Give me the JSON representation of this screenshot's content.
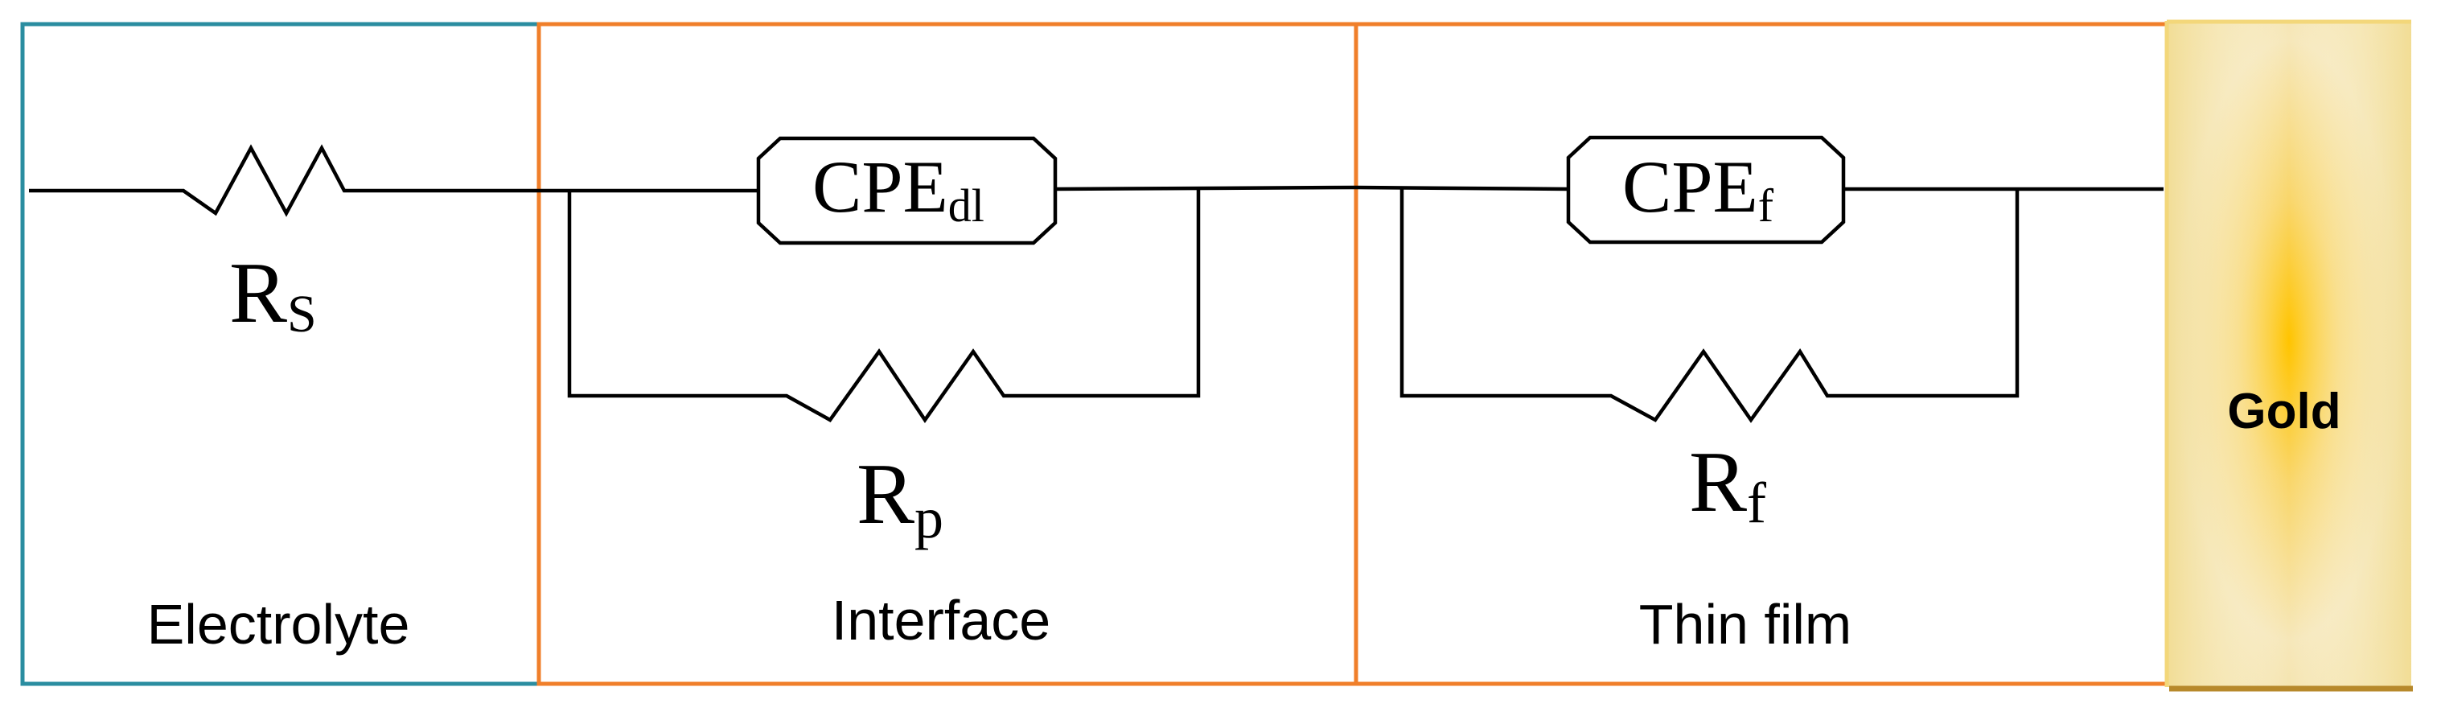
{
  "colors": {
    "electrolyte_border": "#2a8da0",
    "interface_border": "#f07f2a",
    "thinfilm_border": "#f07f2a",
    "gold_edge": "#f2d46b",
    "gold_center": "#ffc400",
    "gold_bottom": "#b7892b"
  },
  "regions": {
    "electrolyte": "Electrolyte",
    "interface": "Interface",
    "thin_film": "Thin film",
    "gold": "Gold"
  },
  "components": {
    "rs": {
      "main": "R",
      "sub": "S"
    },
    "cpe_dl": {
      "main": "CPE",
      "sub": "dl"
    },
    "rp": {
      "main": "R",
      "sub": "p"
    },
    "cpe_f": {
      "main": "CPE",
      "sub": "f"
    },
    "rf": {
      "main": "R",
      "sub": "f"
    }
  }
}
